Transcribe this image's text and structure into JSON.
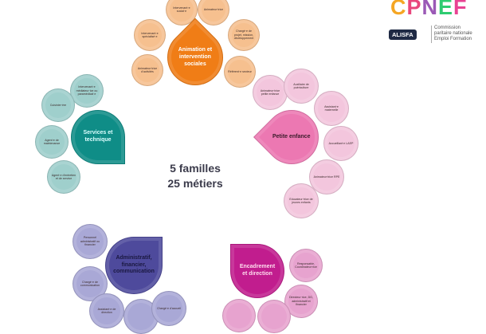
{
  "center": {
    "line1": "5 familles",
    "line2": "25 métiers"
  },
  "logo": {
    "letters": "CPNEF",
    "badge": "ALISFA",
    "text_lines": [
      "Commission",
      "paritaire nationale",
      "Emploi Formation"
    ]
  },
  "colors": {
    "orange": "#f07d16",
    "orange_light": "#f6c08f",
    "pink": "#ec78b2",
    "pink_light": "#f3c6dd",
    "teal": "#0f8d87",
    "teal_light": "#9fcfcc",
    "purple": "#4e4a9c",
    "purple_light": "#a9a8d6",
    "magenta": "#c11d8e",
    "magenta_light": "#e7a3cf"
  },
  "families": [
    {
      "name": "Animation et intervention sociales",
      "metiers": [
        "Intervenant·e social·e",
        "Animateur·trice",
        "Chargé·e de projet, mission, développement",
        "Référent·e secteur",
        "Intervenant·e spécialisé·e",
        "Animateur·trice d'activités"
      ]
    },
    {
      "name": "Petite enfance",
      "metiers": [
        "Animateur·trice petite enfance",
        "Auxiliaire de puériculture",
        "Assistant·e maternelle",
        "Accueillant·e LAEP",
        "Animateur·trice RPE",
        "Educateur·trice de jeunes enfants"
      ]
    },
    {
      "name": "Services et technique",
      "metiers": [
        "Intervenant·e médiateur·ice ou paramédical·e",
        "Cuisinier·ère",
        "Agent·e de maintenance",
        "Agent·e d'entretien et de service"
      ]
    },
    {
      "name": "Administratif, financier, communication",
      "metiers": [
        "Personnel administratif ou financier",
        "Chargé·e de communication",
        "Assistant·e de direction",
        "",
        "Chargé·e d'accueil"
      ]
    },
    {
      "name": "Encadrement et direction",
      "metiers": [
        "Responsable, Coordinateur·rice",
        "Directeur·rice, DG, administratif et financier",
        "",
        ""
      ]
    }
  ]
}
